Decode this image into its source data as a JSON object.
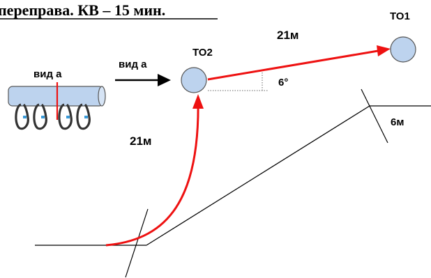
{
  "title": "переправа. КВ – 15 мин.",
  "stage_points": {
    "to1": "ТО1",
    "to2": "ТО2"
  },
  "labels": {
    "view_a_top": "вид а",
    "view_a_arrow": "вид а",
    "distance_to1": "21м",
    "distance_to2": "21м",
    "angle": "6°",
    "width": "6м"
  },
  "colors": {
    "rope": "#ee1111",
    "node_fill": "#bdd3ee",
    "node_stroke": "#555555",
    "carabiner_stroke": "#333333",
    "carabiner_accent": "#3a9ad8",
    "line": "#000000"
  }
}
